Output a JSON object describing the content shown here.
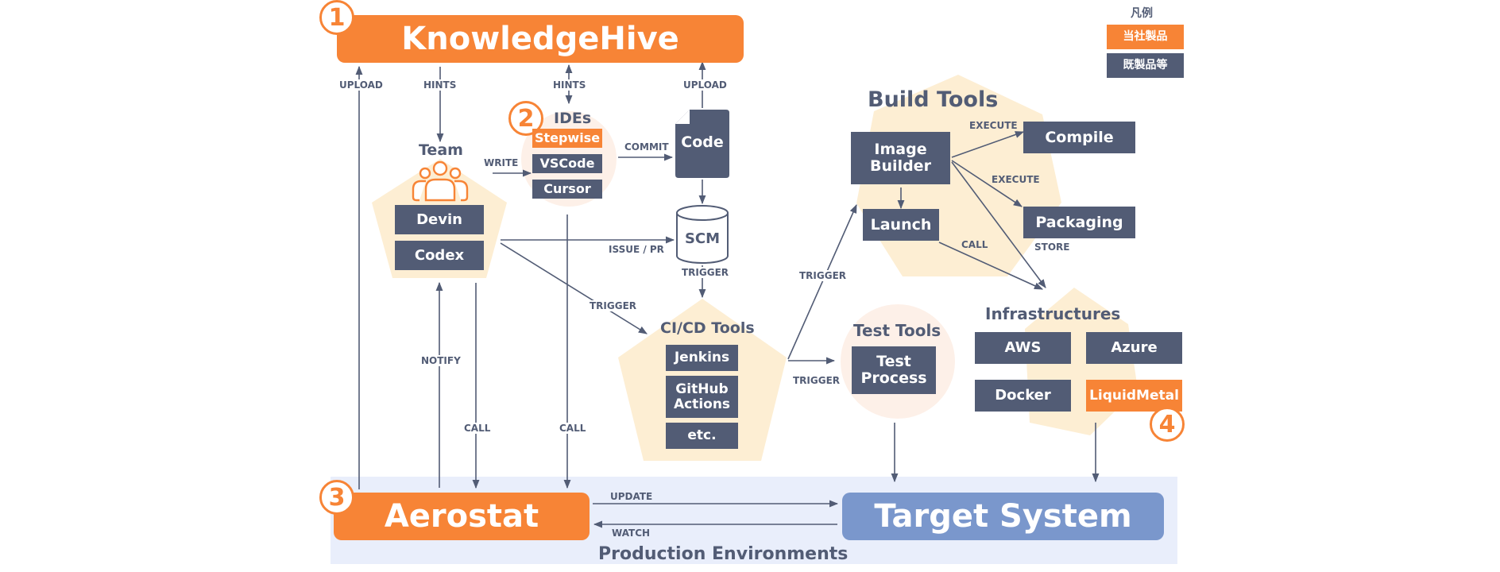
{
  "colors": {
    "product_orange": "#f78436",
    "existing_navy": "#525c75",
    "target_blue": "#7a97cc",
    "hexagon_fill": "#fdeed3",
    "circle_fill": "#fdf0e8",
    "production_fill": "#e9eefb"
  },
  "legend": {
    "title": "凡例",
    "own_products": "当社製品",
    "existing_products": "既製品等"
  },
  "badges": {
    "one": "1",
    "two": "2",
    "three": "3",
    "four": "4"
  },
  "knowledgehive": {
    "label": "KnowledgeHive"
  },
  "team": {
    "title": "Team",
    "members": [
      "Devin",
      "Codex"
    ]
  },
  "ides": {
    "title": "IDEs",
    "items": [
      "Stepwise",
      "VSCode",
      "Cursor"
    ]
  },
  "code": {
    "label": "Code"
  },
  "scm": {
    "label": "SCM"
  },
  "cicd": {
    "title": "CI/CD Tools",
    "items": [
      "Jenkins",
      "GitHub Actions",
      "etc."
    ]
  },
  "build_tools": {
    "title": "Build Tools",
    "image_builder": "Image Builder",
    "launch": "Launch",
    "compile": "Compile",
    "packaging": "Packaging"
  },
  "test_tools": {
    "title": "Test Tools",
    "process": "Test Process"
  },
  "infrastructures": {
    "title": "Infrastructures",
    "items": [
      "AWS",
      "Azure",
      "Docker",
      "LiquidMetal"
    ]
  },
  "aerostat": {
    "label": "Aerostat"
  },
  "target_system": {
    "label": "Target System"
  },
  "production": {
    "label": "Production Environments"
  },
  "edges": {
    "upload_left": "UPLOAD",
    "hints_team": "HINTS",
    "hints_ides": "HINTS",
    "upload_code": "UPLOAD",
    "write": "WRITE",
    "commit": "COMMIT",
    "issue_pr": "ISSUE / PR",
    "trigger_team_cicd": "TRIGGER",
    "trigger_scm_cicd": "TRIGGER",
    "notify": "NOTIFY",
    "call_team": "CALL",
    "call_ides": "CALL",
    "trigger_build": "TRIGGER",
    "trigger_test": "TRIGGER",
    "execute_compile": "EXECUTE",
    "execute_packaging": "EXECUTE",
    "call_launch": "CALL",
    "store": "STORE",
    "update": "UPDATE",
    "watch": "WATCH"
  }
}
